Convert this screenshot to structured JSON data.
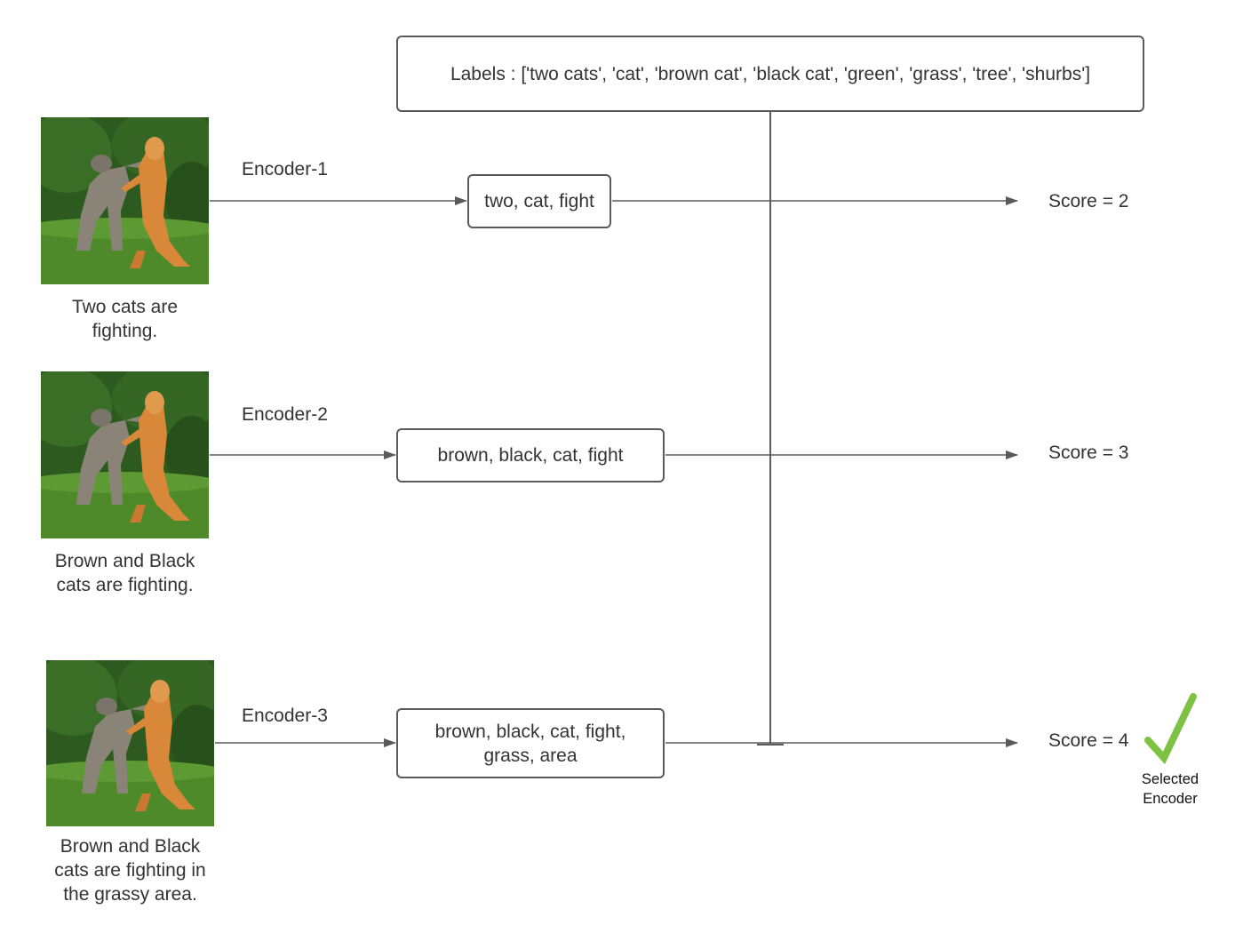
{
  "labels_box": {
    "text": "Labels : ['two cats', 'cat', 'brown cat', 'black cat', 'green', 'grass', 'tree', 'shurbs']"
  },
  "rows": [
    {
      "encoder": "Encoder-1",
      "caption_lines": [
        "Two cats are",
        "fighting."
      ],
      "keywords": "two, cat, fight",
      "score": "Score = 2"
    },
    {
      "encoder": "Encoder-2",
      "caption_lines": [
        "Brown and Black",
        "cats are fighting."
      ],
      "keywords": "brown, black, cat, fight",
      "score": "Score = 3"
    },
    {
      "encoder": "Encoder-3",
      "caption_lines": [
        "Brown and Black",
        "cats are fighting in",
        "the grassy area."
      ],
      "keywords_lines": [
        "brown, black, cat, fight,",
        "grass, area"
      ],
      "score": "Score = 4"
    }
  ],
  "selected": {
    "lines": [
      "Selected",
      "Encoder"
    ],
    "icon": "checkmark-icon",
    "color": "#7dc242"
  },
  "colors": {
    "line": "#5a5a5a",
    "text": "#333333",
    "grass": "#4f8a2a",
    "foliage": "#2d5a1e",
    "cat_orange": "#d9883a",
    "cat_tabby": "#8a8478"
  }
}
